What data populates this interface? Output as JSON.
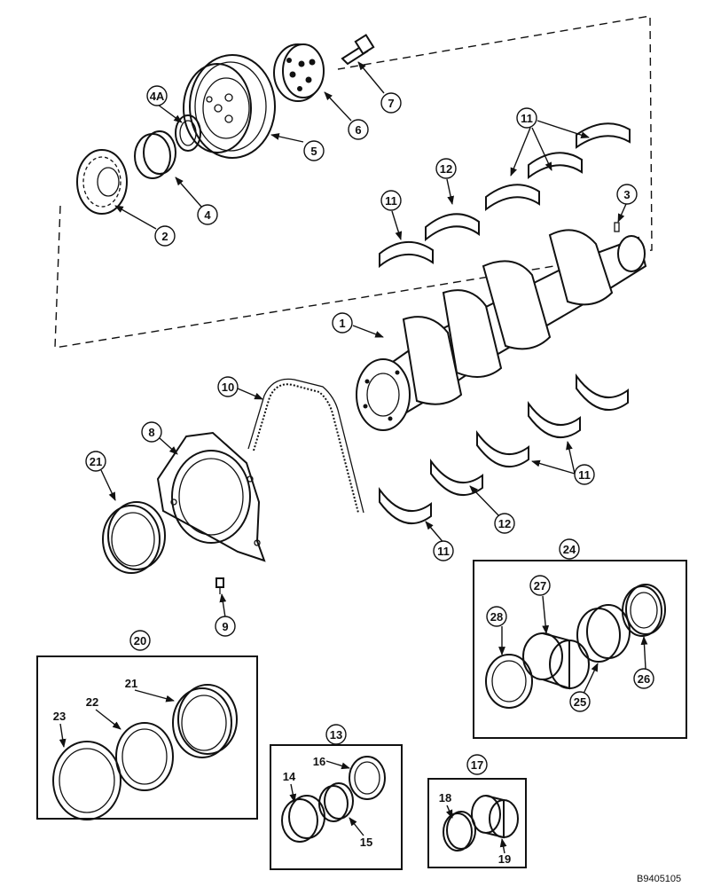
{
  "callouts": {
    "c1": "1",
    "c2": "2",
    "c3": "3",
    "c4": "4",
    "c4a": "4A",
    "c5": "5",
    "c6": "6",
    "c7": "7",
    "c8": "8",
    "c9": "9",
    "c10": "10",
    "c11a": "11",
    "c11b": "11",
    "c11c": "11",
    "c11d": "11",
    "c12a": "12",
    "c12b": "12",
    "c13": "13",
    "c14": "14",
    "c15": "15",
    "c16": "16",
    "c17": "17",
    "c18": "18",
    "c19": "19",
    "c20": "20",
    "c21a": "21",
    "c21b": "21",
    "c22": "22",
    "c23": "23",
    "c24": "24",
    "c25": "25",
    "c26": "26",
    "c27": "27",
    "c28": "28"
  },
  "doc_id": "B9405105"
}
